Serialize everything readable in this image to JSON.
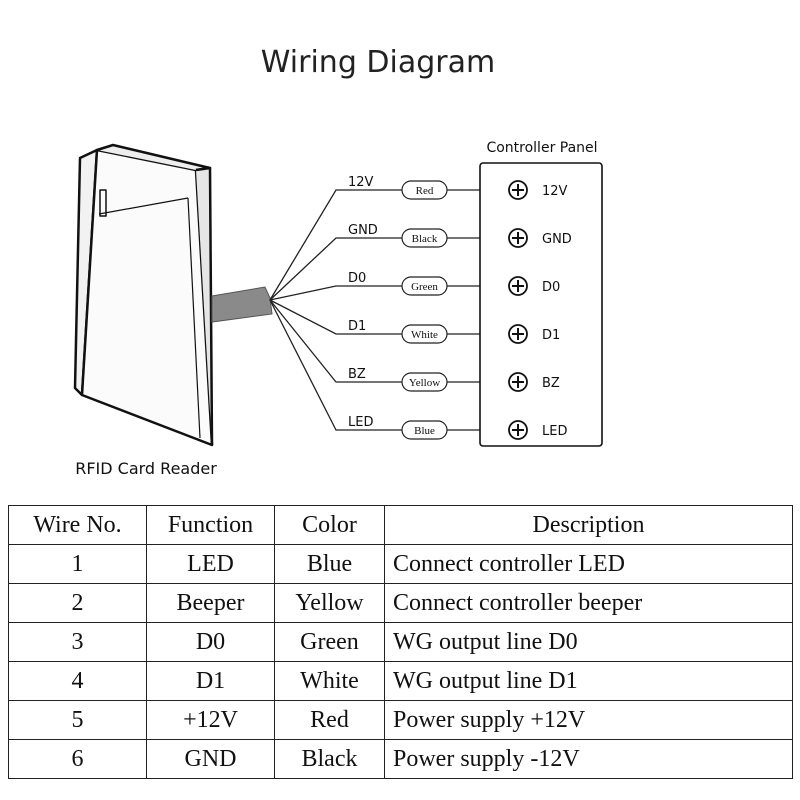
{
  "title": "Wiring Diagram",
  "reader_label": "RFID Card Reader",
  "panel_label": "Controller Panel",
  "wires": [
    {
      "label": "12V",
      "color": "Red",
      "terminal": "12V"
    },
    {
      "label": "GND",
      "color": "Black",
      "terminal": "GND"
    },
    {
      "label": "D0",
      "color": "Green",
      "terminal": "D0"
    },
    {
      "label": "D1",
      "color": "White",
      "terminal": "D1"
    },
    {
      "label": "BZ",
      "color": "Yellow",
      "terminal": "BZ"
    },
    {
      "label": "LED",
      "color": "Blue",
      "terminal": "LED"
    }
  ],
  "terminal_icon": "plus-circle-icon",
  "table": {
    "headers": [
      "Wire No.",
      "Function",
      "Color",
      "Description"
    ],
    "rows": [
      [
        "1",
        "LED",
        "Blue",
        "Connect controller LED"
      ],
      [
        "2",
        "Beeper",
        "Yellow",
        "Connect controller beeper"
      ],
      [
        "3",
        "D0",
        "Green",
        "WG output line D0"
      ],
      [
        "4",
        "D1",
        "White",
        "WG output line D1"
      ],
      [
        "5",
        "+12V",
        "Red",
        "Power supply +12V"
      ],
      [
        "6",
        "GND",
        "Black",
        "Power supply -12V"
      ]
    ]
  }
}
